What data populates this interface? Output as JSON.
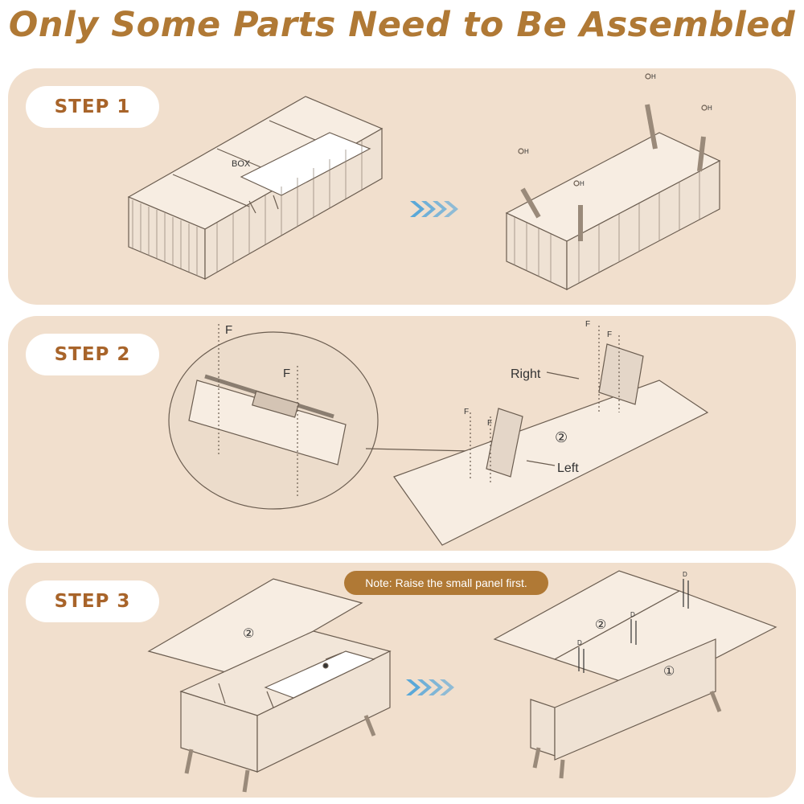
{
  "title": "Only Some Parts Need to Be Assembled",
  "colors": {
    "brand": "#b07935",
    "panel_bg": "#f1dfcd",
    "arrow": "#5aa8d8"
  },
  "steps": [
    {
      "label": "STEP 1",
      "box_label": "BOX",
      "screw_labels": [
        "H",
        "H",
        "H",
        "H"
      ]
    },
    {
      "label": "STEP 2",
      "screw_labels": [
        "F",
        "F",
        "F",
        "F",
        "F",
        "F"
      ],
      "right_label": "Right",
      "left_label": "Left",
      "panel_number": "②"
    },
    {
      "label": "STEP 3",
      "note": "Note: Raise the small panel first.",
      "panel_number_2": "②",
      "panel_number_1": "①",
      "screw_labels": [
        "D",
        "D",
        "D"
      ]
    }
  ]
}
